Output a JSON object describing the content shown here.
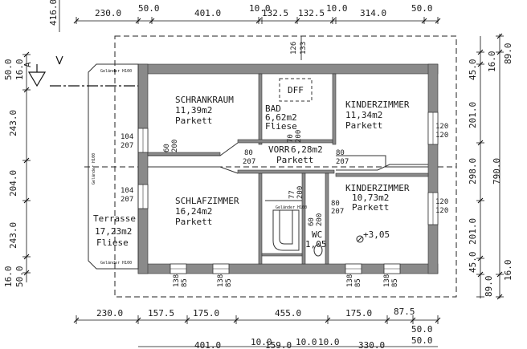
{
  "drawing": {
    "section_mark": "A",
    "top_dims": [
      "230.0",
      "50.0",
      "401.0",
      "10.0",
      "132.5",
      "132.5",
      "10.0",
      "314.0",
      "50.0"
    ],
    "top_left_level": "416.0",
    "bottom_dims": [
      "230.0",
      "157.5",
      "175.0",
      "455.0",
      "175.0",
      "87.5",
      "50.0"
    ],
    "bottom_dims2": [
      "401.0",
      "10.0",
      "159.0",
      "10.0",
      "10.0",
      "330.0",
      "50.0"
    ],
    "left_dims": [
      "50.0",
      "16.0",
      "243.0",
      "204.0",
      "243.0",
      "16.0",
      "50.0"
    ],
    "right_inner_dims": [
      "45.0",
      "201.0",
      "298.0",
      "201.0",
      "45.0",
      "89.0"
    ],
    "right_outer_dims": [
      "16.0",
      "89.0",
      "790.0",
      "16.0"
    ],
    "shaft_dims": [
      "126",
      "133"
    ],
    "rooms": [
      {
        "name": "SCHRANKRAUM",
        "area": "11,39m2",
        "floor": "Parkett"
      },
      {
        "name": "BAD",
        "area": "6,62m2",
        "floor": "Fliese"
      },
      {
        "name": "KINDERZIMMER",
        "area": "11,34m2",
        "floor": "Parkett"
      },
      {
        "name": "VORR",
        "area": "6,28m2",
        "floor": "Parkett"
      },
      {
        "name": "SCHLAFZIMMER",
        "area": "16,24m2",
        "floor": "Parkett"
      },
      {
        "name": "KINDERZIMMER",
        "area": "10,73m2",
        "floor": "Parkett"
      },
      {
        "name": "WC",
        "area": "1,05",
        "floor": ""
      },
      {
        "name": "Terrasse",
        "area": "17,23m2",
        "floor": "Fliese"
      }
    ],
    "shaft_label": "DFF",
    "level_mark": "+3,05",
    "railing_label": "Geländer H100",
    "window_labels": {
      "left_top": [
        "104",
        "207"
      ],
      "left_bottom": [
        "104",
        "207"
      ],
      "right_top": [
        "120",
        "120"
      ],
      "right_bottom": [
        "120",
        "120"
      ],
      "bottom": [
        [
          "138",
          "85"
        ],
        [
          "138",
          "85"
        ],
        [
          "138",
          "85"
        ],
        [
          "138",
          "85"
        ]
      ]
    },
    "door_labels": {
      "schrank": [
        "60",
        "200"
      ],
      "bad": [
        "70",
        "200"
      ],
      "vorr_left": [
        "80",
        "207"
      ],
      "vorr_right": [
        "80",
        "207"
      ],
      "stair": [
        "77",
        "200"
      ],
      "wc_door": [
        "60",
        "200"
      ],
      "kinder2": [
        "80",
        "207"
      ]
    }
  }
}
